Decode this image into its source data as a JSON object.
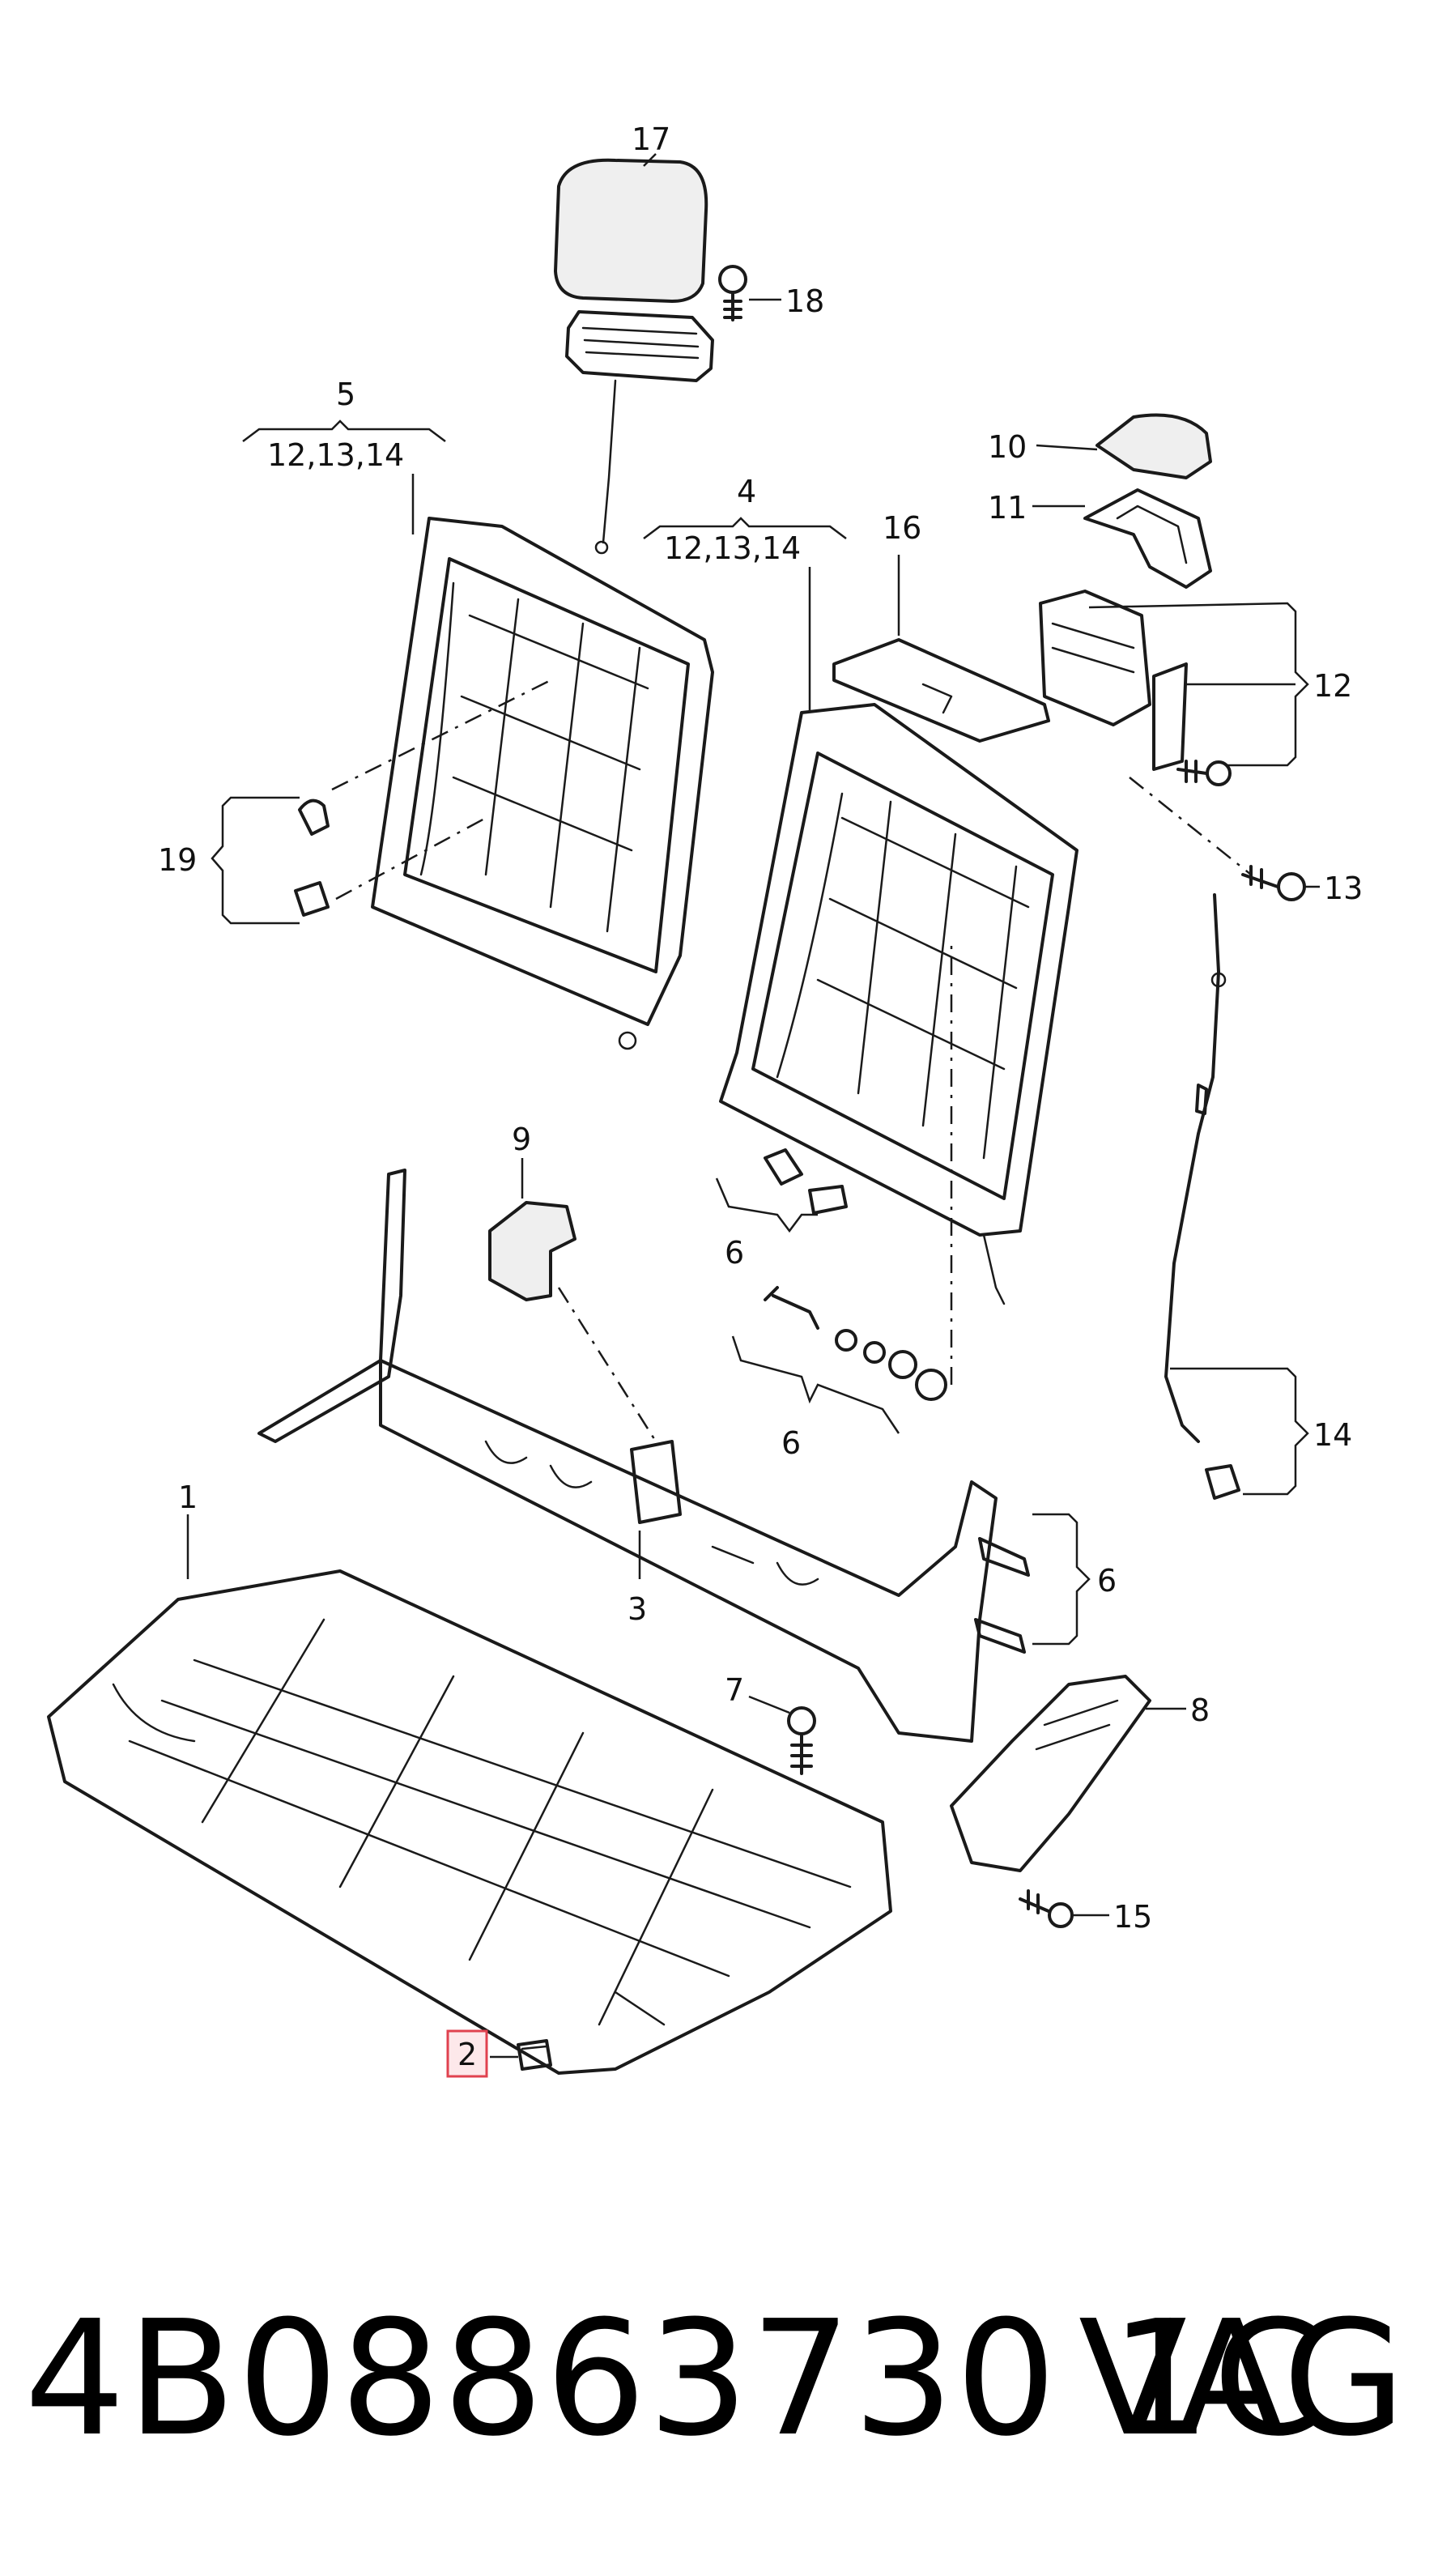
{
  "diagram": {
    "labels": {
      "c1": "1",
      "c2": "2",
      "c3": "3",
      "c4": "4",
      "c4_sub": "12,13,14",
      "c5": "5",
      "c5_sub": "12,13,14",
      "c6a": "6",
      "c6b": "6",
      "c6c": "6",
      "c7": "7",
      "c8": "8",
      "c9": "9",
      "c10": "10",
      "c11": "11",
      "c12": "12",
      "c13": "13",
      "c14": "14",
      "c15": "15",
      "c16": "16",
      "c17": "17",
      "c18": "18",
      "c19": "19"
    },
    "highlighted_part": "2",
    "highlight_color": "#e0424f"
  },
  "footer": {
    "part_number": "4B08863730 1C",
    "brand": "VAG"
  }
}
